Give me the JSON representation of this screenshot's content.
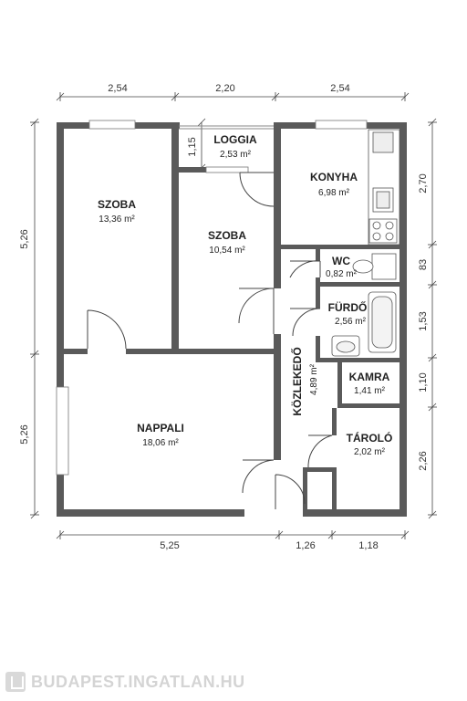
{
  "dimensions": {
    "top": [
      "2,54",
      "2,20",
      "2,54"
    ],
    "bottom": [
      "5,25",
      "1,26",
      "1,18"
    ],
    "left": [
      "5,26",
      "5,26"
    ],
    "right": [
      "2,70",
      "83",
      "1,53",
      "1,10",
      "2,26"
    ],
    "loggia_depth": "1,15"
  },
  "rooms": {
    "szoba1": {
      "name": "SZOBA",
      "area": "13,36 m²"
    },
    "loggia": {
      "name": "LOGGIA",
      "area": "2,53 m²"
    },
    "konyha": {
      "name": "KONYHA",
      "area": "6,98 m²"
    },
    "szoba2": {
      "name": "SZOBA",
      "area": "10,54 m²"
    },
    "wc": {
      "name": "WC",
      "area": "0,82 m²"
    },
    "furdo": {
      "name": "FÜRDŐ",
      "area": "2,56 m²"
    },
    "kozlekedo": {
      "name": "KÖZLEKEDŐ",
      "area": "4,89 m²"
    },
    "kamra": {
      "name": "KAMRA",
      "area": "1,41 m²"
    },
    "nappali": {
      "name": "NAPPALI",
      "area": "18,06 m²"
    },
    "tarolo": {
      "name": "TÁROLÓ",
      "area": "2,02 m²"
    }
  },
  "watermark": {
    "text": "BUDAPEST.INGATLAN.HU",
    "icon": "building-logo-icon"
  },
  "colors": {
    "wall": "#5a5a5a",
    "line": "#333333",
    "window": "#bfbfbf",
    "watermark": "#d4d4d4"
  }
}
